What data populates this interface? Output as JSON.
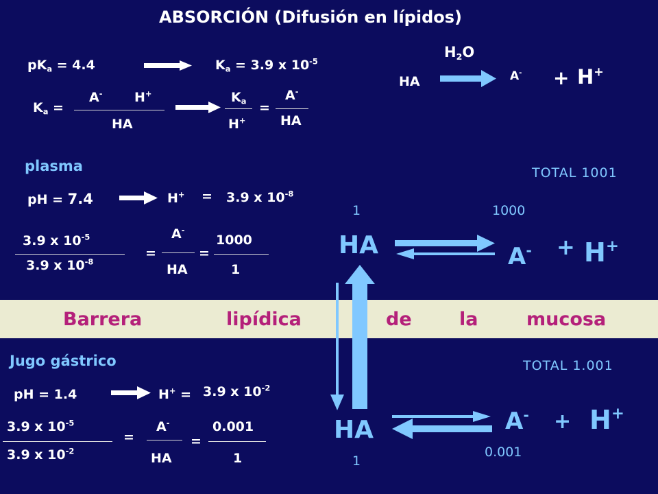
{
  "colors": {
    "background": "#0c0c5e",
    "text": "#ffffff",
    "highlight": "#80c8ff",
    "band": "#ebebd2",
    "band_text": "#b4207a"
  },
  "title": "ABSORCIÓN (Difusión en lípidos)",
  "header": {
    "pka": {
      "label": "pK",
      "sub": "a",
      "eq": "= 4.4"
    },
    "ka_value": {
      "label": "K",
      "sub": "a",
      "eq": "= 3.9 x 10",
      "exp": "-5"
    },
    "ka_def": {
      "label": "K",
      "sub": "a",
      "eq": "=",
      "num_a": "A",
      "num_a_sup": "-",
      "num_h": "H",
      "num_h_sup": "+",
      "den": "HA"
    },
    "ka_rearranged": {
      "num": "K",
      "num_sub": "a",
      "den": "H",
      "den_sup": "+",
      "eq": "=",
      "num2": "A",
      "num2_sup": "-",
      "den2": "HA"
    },
    "dissociation": {
      "water": "H",
      "water_sub": "2",
      "water_o": "O",
      "reactant": "HA",
      "anion": "A",
      "anion_sup": "-",
      "plus": "+",
      "proton": "H",
      "proton_sup": "+"
    }
  },
  "plasma": {
    "label": "plasma",
    "total": "TOTAL 1001",
    "ph": {
      "text": "pH = ",
      "value": "7.4"
    },
    "h_conc": {
      "label": "H",
      "sup": "+",
      "eq": "=",
      "value": "3.9 x 10",
      "exp": "-8"
    },
    "ratio": {
      "num": "3.9 x 10",
      "num_exp": "-5",
      "den": "3.9 x 10",
      "den_exp": "-8",
      "eq1": "=",
      "mid_num": "A",
      "mid_num_sup": "-",
      "mid_den": "HA",
      "eq2": "=",
      "res_num": "1000",
      "res_den": "1"
    },
    "equilibrium": {
      "ha_count": "1",
      "anion_count": "1000",
      "ha": "HA",
      "anion": "A",
      "anion_sup": "-",
      "plus": "+",
      "proton": "H",
      "proton_sup": "+"
    }
  },
  "barrier": {
    "words": [
      "Barrera",
      "lipídica",
      "de",
      "la",
      "mucosa"
    ]
  },
  "gastric": {
    "label": "Jugo gástrico",
    "total": "TOTAL 1.001",
    "ph": {
      "text": "pH = 1.4"
    },
    "h_conc": {
      "label": "H",
      "sup": "+",
      "eq": "=",
      "value": "3.9 x 10",
      "exp": "-2"
    },
    "ratio": {
      "num": "3.9 x 10",
      "num_exp": "-5",
      "den": "3.9 x 10",
      "den_exp": "-2",
      "eq1": "=",
      "mid_num": "A",
      "mid_num_sup": "-",
      "mid_den": "HA",
      "eq2": "=",
      "res_num": "0.001",
      "res_den": "1"
    },
    "equilibrium": {
      "ha": "HA",
      "anion": "A",
      "anion_sup": "-",
      "plus": "+",
      "proton": "H",
      "proton_sup": "+",
      "ha_count": "1",
      "anion_count": "0.001"
    }
  }
}
